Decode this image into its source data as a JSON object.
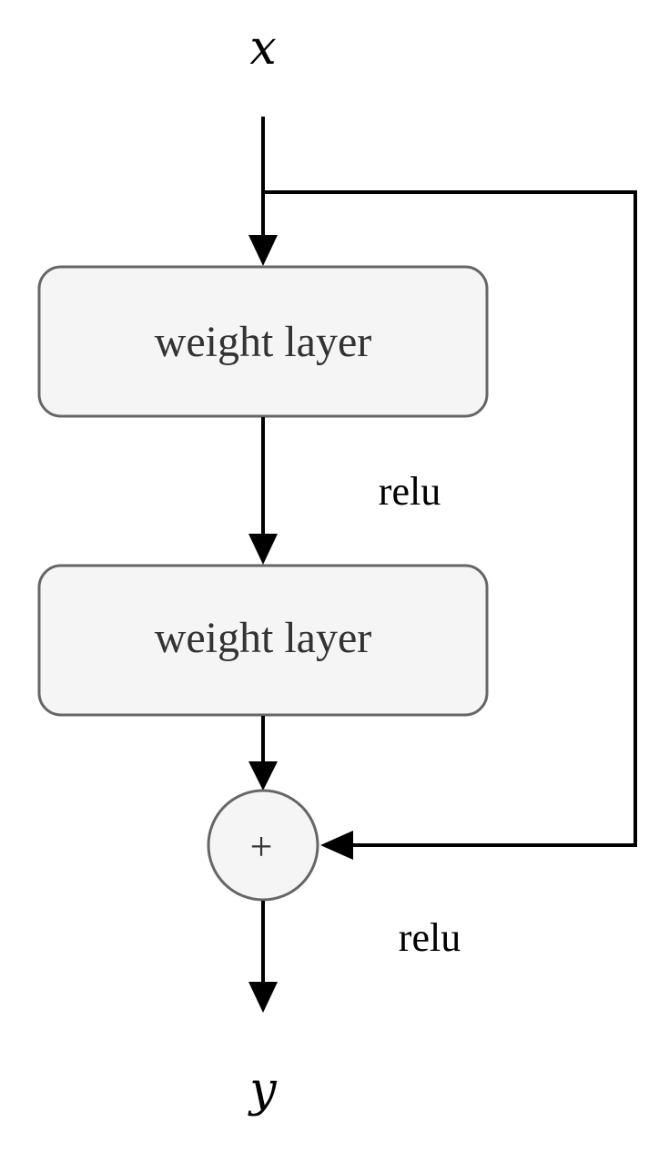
{
  "diagram": {
    "input_label": "x",
    "output_label": "y",
    "layer_top": "weight layer",
    "layer_bottom": "weight layer",
    "activation_mid": "relu",
    "activation_out": "relu",
    "sum_symbol": "+"
  },
  "colors": {
    "node_fill": "#f5f5f5",
    "node_stroke": "#666666",
    "edge": "#000000",
    "node_text": "#333333"
  }
}
